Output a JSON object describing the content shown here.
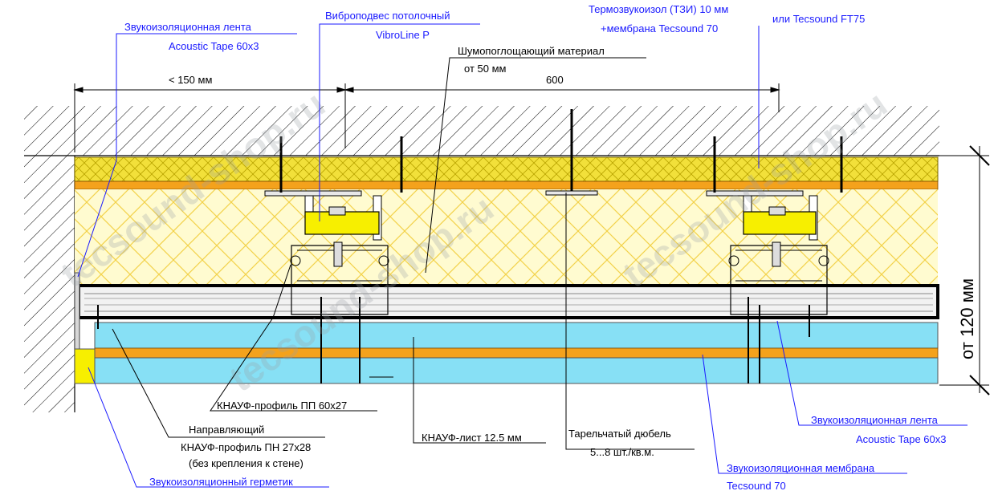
{
  "labels": {
    "tape_top_line1": "Звукоизоляционная лента",
    "tape_top_line2": "Acoustic Tape 60x3",
    "hanger_line1": "Виброподвес потолочный",
    "hanger_line2": "VibroLine P",
    "tzi_line1": "Термозвукоизол (ТЗИ) 10 мм",
    "tzi_line2": "+мембрана Tecsound 70",
    "tzi_alt": "или Tecsound FT75",
    "absorber_line1": "Шумопоглощающий материал",
    "absorber_line2": "от 50 мм",
    "profile_pp": "КНАУФ-профиль ПП 60x27",
    "guide_line1": "Направляющий",
    "guide_line2": "КНАУФ-профиль ПН 27x28",
    "guide_line3": "(без крепления к стене)",
    "sheet": "КНАУФ-лист 12.5 мм",
    "dowel_line1": "Тарельчатый дюбель",
    "dowel_line2": "5...8 шт./кв.м.",
    "tape_bottom_line1": "Звукоизоляционная лента",
    "tape_bottom_line2": "Acoustic Tape 60x3",
    "membrane_line1": "Звукоизоляционная мембрана",
    "membrane_line2": "Tecsound 70",
    "sealant": "Звукоизоляционный герметик"
  },
  "dimensions": {
    "wall_gap": "< 150 мм",
    "spacing": "600",
    "height": "от 120 мм"
  },
  "watermark": "tecsound-shop.ru",
  "colors": {
    "leader_blue": "#1a1aff",
    "insulation_yellow": "#f5e13a",
    "absorber_yellow": "#fff9c4",
    "drywall_blue": "#87e0f5",
    "membrane_orange": "#f4a21c",
    "hanger_yellow": "#f7ef00"
  }
}
